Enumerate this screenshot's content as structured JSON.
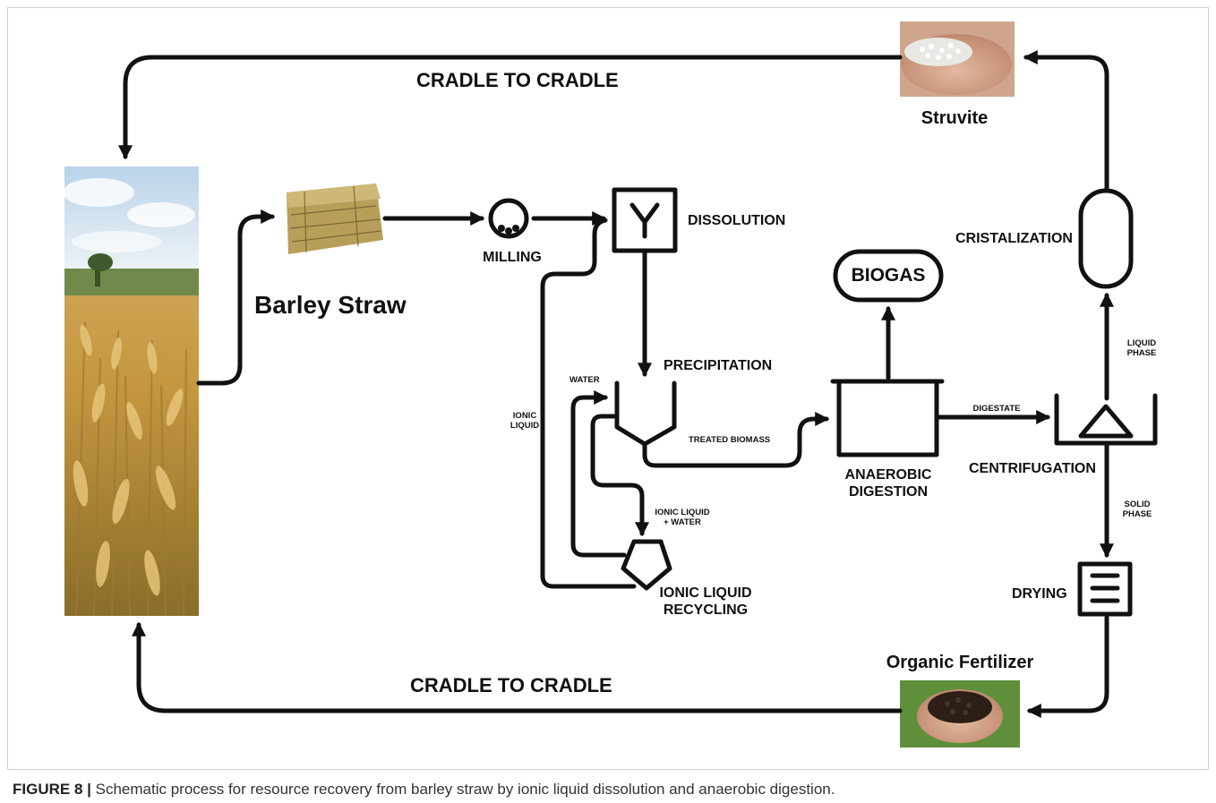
{
  "figure": {
    "label": "FIGURE 8 |",
    "caption": " Schematic process for resource recovery from barley straw by ionic liquid dissolution and anaerobic digestion."
  },
  "loops": {
    "top": "CRADLE TO CRADLE",
    "bottom": "CRADLE TO CRADLE"
  },
  "products": {
    "struvite": "Struvite",
    "barley_straw": "Barley Straw",
    "organic_fertilizer": "Organic Fertilizer",
    "biogas": "BIOGAS"
  },
  "steps": {
    "milling": "MILLING",
    "dissolution": "DISSOLUTION",
    "precipitation": "PRECIPITATION",
    "il_recycling_1": "IONIC LIQUID",
    "il_recycling_2": "RECYCLING",
    "anaerobic_1": "ANAEROBIC",
    "anaerobic_2": "DIGESTION",
    "centrifugation": "CENTRIFUGATION",
    "cristalization": "CRISTALIZATION",
    "drying": "DRYING"
  },
  "flows": {
    "water": "WATER",
    "ionic_liquid_1": "IONIC",
    "ionic_liquid_2": "LIQUID",
    "treated_biomass": "TREATED BIOMASS",
    "il_water_1": "IONIC LIQUID",
    "il_water_2": "+ WATER",
    "digestate": "DIGESTATE",
    "liquid_phase_1": "LIQUID",
    "liquid_phase_2": "PHASE",
    "solid_phase_1": "SOLID",
    "solid_phase_2": "PHASE"
  },
  "icons": {
    "field": "barley-field-photo",
    "bale": "straw-bale-photo",
    "struvite": "struvite-in-hand-photo",
    "fertilizer": "fertilizer-in-hands-photo"
  },
  "colors": {
    "line": "#111111",
    "wheat": "#c9a04c",
    "sky": "#cfe0ee"
  }
}
